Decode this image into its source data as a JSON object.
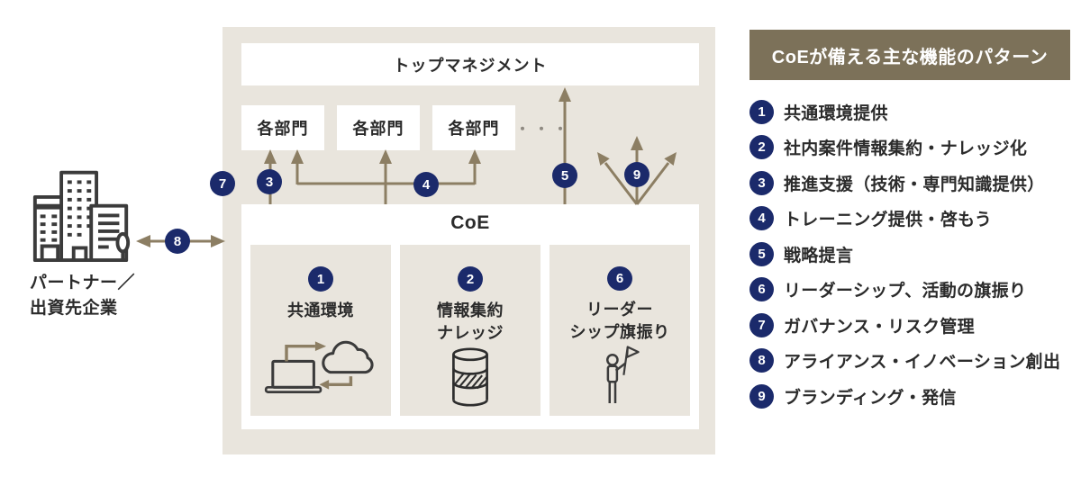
{
  "palette": {
    "navy": "#1B2A6B",
    "arrow_brown": "#8C7E63",
    "panel_beige": "#E9E5DD",
    "legend_header_bg": "#7C7159",
    "ink": "#2B2B2B"
  },
  "partner": {
    "label": "パートナー／\n出資先企業"
  },
  "org": {
    "top_management": "トップマネジメント",
    "departments": [
      "各部門",
      "各部門",
      "各部門"
    ],
    "ellipsis": "・・・",
    "coe": {
      "title": "CoE",
      "units": [
        {
          "number": "1",
          "label": "共通環境",
          "icon": "laptop-cloud-sync"
        },
        {
          "number": "2",
          "label": "情報集約\nナレッジ",
          "icon": "database"
        },
        {
          "number": "6",
          "label": "リーダー\nシップ旗振り",
          "icon": "flag-bearer"
        }
      ]
    }
  },
  "connectors": {
    "c3": "3",
    "c4": "4",
    "c5": "5",
    "c7": "7",
    "c8": "8",
    "c9": "9"
  },
  "legend": {
    "title": "CoEが備える主な機能のパターン",
    "items": [
      {
        "number": "1",
        "label": "共通環境提供"
      },
      {
        "number": "2",
        "label": "社内案件情報集約・ナレッジ化"
      },
      {
        "number": "3",
        "label": "推進支援（技術・専門知識提供）"
      },
      {
        "number": "4",
        "label": "トレーニング提供・啓もう"
      },
      {
        "number": "5",
        "label": "戦略提言"
      },
      {
        "number": "6",
        "label": "リーダーシップ、活動の旗振り"
      },
      {
        "number": "7",
        "label": "ガバナンス・リスク管理"
      },
      {
        "number": "8",
        "label": "アライアンス・イノベーション創出"
      },
      {
        "number": "9",
        "label": "ブランディング・発信"
      }
    ]
  }
}
